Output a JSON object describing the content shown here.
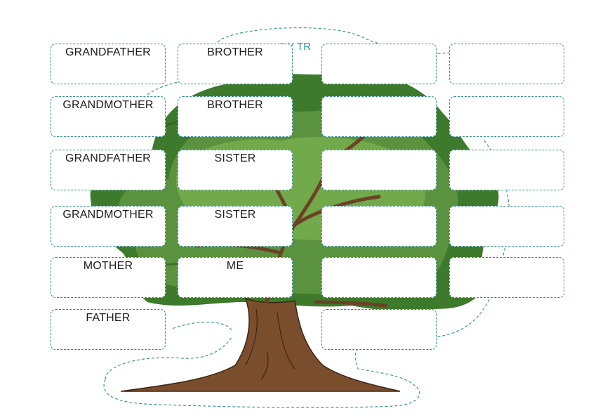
{
  "title": "ILY TR",
  "colors": {
    "dashed_outline": "#2e8f86",
    "title_text": "#23968a",
    "foliage_dark": "#2f5e22",
    "foliage_light": "#6fa246",
    "trunk": "#7a4e2d"
  },
  "boxes": {
    "col1": [
      "GRANDFATHER",
      "GRANDMOTHER",
      "GRANDFATHER",
      "GRANDMOTHER",
      "MOTHER",
      "FATHER"
    ],
    "col2": [
      "BROTHER",
      "BROTHER",
      "SISTER",
      "SISTER",
      "ME"
    ],
    "col3": [
      "",
      "",
      "",
      "",
      "",
      ""
    ],
    "col4": [
      "",
      "",
      "",
      "",
      ""
    ]
  }
}
